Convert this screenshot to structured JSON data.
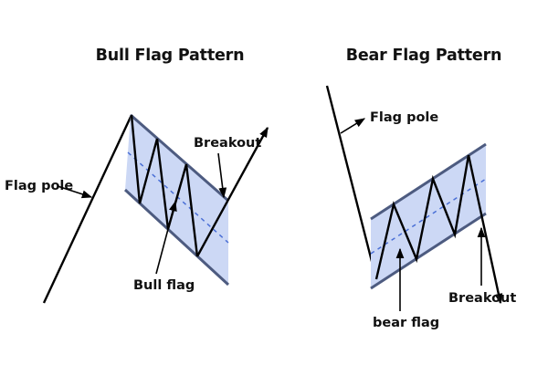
{
  "colors": {
    "background": "#ffffff",
    "channel_fill": "#ccd8f5",
    "channel_border": "#4d5b80",
    "channel_midline": "#4a6fd6",
    "line_color": "#000000",
    "text_color": "#111111"
  },
  "bull_panel": {
    "title": "Bull Flag Pattern",
    "flag_pole_label": "Flag pole",
    "flag_label": "Bull flag",
    "breakout_label": "Breakout"
  },
  "bear_panel": {
    "title": "Bear Flag Pattern",
    "flag_pole_label": "Flag pole",
    "flag_label": "bear flag",
    "breakout_label": "Breakout"
  }
}
